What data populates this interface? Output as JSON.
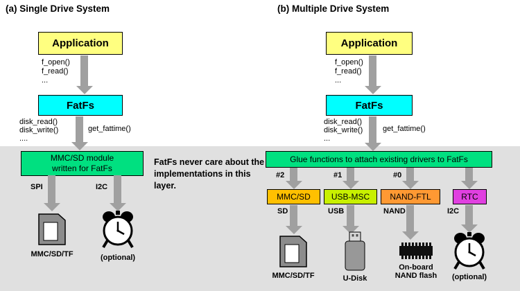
{
  "colors": {
    "app_box": "#FFFF80",
    "fatfs_box": "#00FFFF",
    "green_box": "#00E080",
    "band": "#E0E0E0",
    "arrow": "#A0A0A0"
  },
  "left": {
    "title": "(a) Single Drive System",
    "app_label": "Application",
    "api_calls": [
      "f_open()",
      "f_read()",
      "..."
    ],
    "fatfs_label": "FatFs",
    "disk_calls": [
      "disk_read()",
      "disk_write()",
      "...."
    ],
    "get_fattime_label": "get_fattime()",
    "module_label": "MMC/SD module written for FatFs",
    "bus_labels": {
      "spi": "SPI",
      "i2c": "I2C"
    },
    "device_labels": {
      "card": "MMC/SD/TF",
      "clock": "(optional)"
    },
    "note": "FatFs never care about the implementations in this layer."
  },
  "right": {
    "title": "(b) Multiple Drive System",
    "app_label": "Application",
    "api_calls": [
      "f_open()",
      "f_read()",
      "..."
    ],
    "fatfs_label": "FatFs",
    "disk_calls": [
      "disk_read()",
      "disk_write()",
      "..."
    ],
    "get_fattime_label": "get_fattime()",
    "glue_label": "Glue functions to attach existing drivers to FatFs",
    "drive_ids": [
      "#2",
      "#1",
      "#0"
    ],
    "drivers": [
      {
        "label": "MMC/SD",
        "bus": "SD",
        "color": "#FFC000",
        "device": "MMC/SD/TF"
      },
      {
        "label": "USB-MSC",
        "bus": "USB",
        "color": "#C8F000",
        "device": "U-Disk"
      },
      {
        "label": "NAND-FTL",
        "bus": "NAND",
        "color": "#FF9933",
        "device": "On-board NAND flash"
      },
      {
        "label": "RTC",
        "bus": "I2C",
        "color": "#E040E0",
        "device": "(optional)"
      }
    ]
  }
}
